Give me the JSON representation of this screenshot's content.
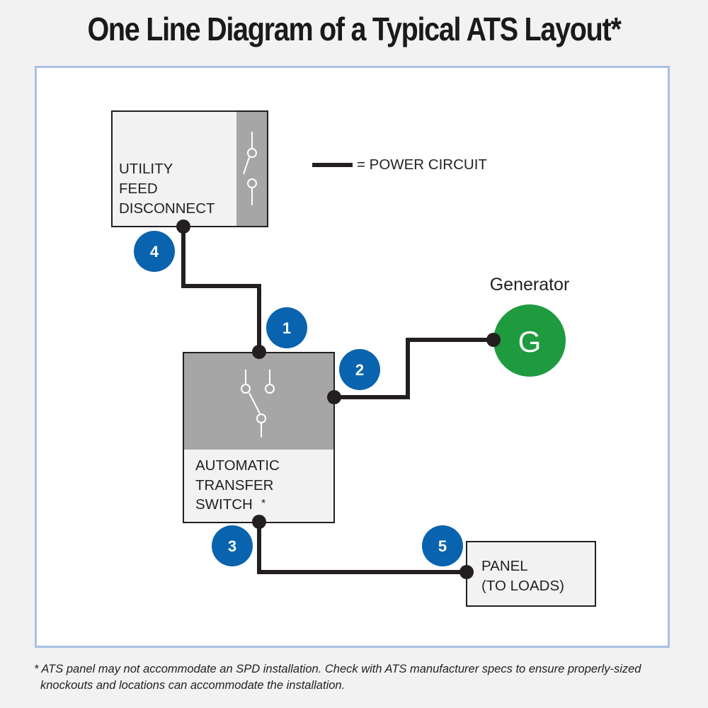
{
  "title": "One Line Diagram of a Typical ATS Layout*",
  "legend": {
    "label": "= POWER CIRCUIT"
  },
  "utility_disconnect": {
    "line1": "UTILITY",
    "line2": "FEED",
    "line3": "DISCONNECT"
  },
  "ats": {
    "line1": "AUTOMATIC",
    "line2": "TRANSFER",
    "line3": "SWITCH",
    "asterisk": "*"
  },
  "generator": {
    "label": "Generator",
    "symbol": "G",
    "color": "#1e9b3f"
  },
  "panel": {
    "line1": "PANEL",
    "line2": "(TO LOADS)"
  },
  "markers": {
    "m1": "1",
    "m2": "2",
    "m3": "3",
    "m4": "4",
    "m5": "5",
    "color": "#0a63ae"
  },
  "footnote": "* ATS panel may not accommodate an SPD installation. Check with ATS manufacturer specs to ensure properly-sized knockouts and locations can accommodate the installation."
}
